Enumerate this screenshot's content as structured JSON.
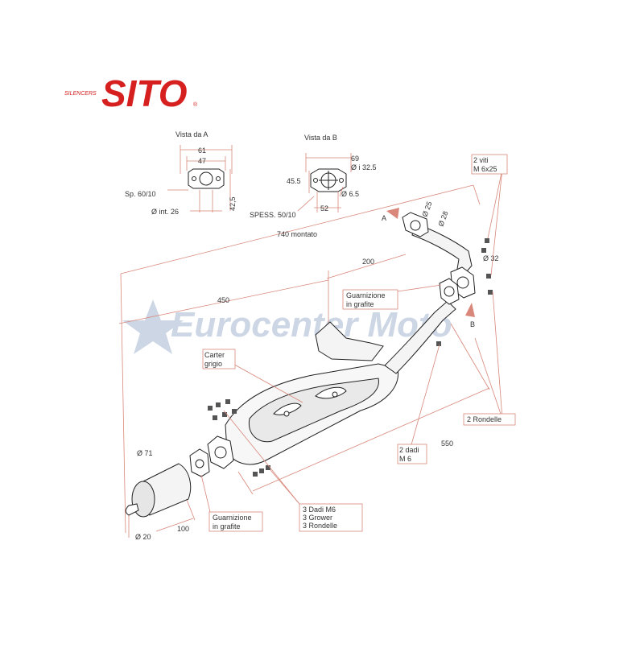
{
  "logo": {
    "small_text": "SILENCERS",
    "brand": "SITO",
    "mark": "®",
    "color": "#d62020"
  },
  "watermark": {
    "text": "Eurocenter Moto",
    "color": "#c5cfe0"
  },
  "view_a": {
    "title": "Vista da  A",
    "dim_top_outer": "61",
    "dim_top_inner": "47",
    "dim_thickness": "Sp. 60/10",
    "dim_inner_dia": "Ø int. 26",
    "dim_height": "42,5"
  },
  "view_b": {
    "title": "Vista da  B",
    "dim_width": "69",
    "dim_inner_dia": "Ø i 32.5",
    "dim_left": "45.5",
    "dim_hole": "Ø 6.5",
    "dim_thickness": "SPESS. 50/10",
    "dim_bottom": "52"
  },
  "dimensions": {
    "total_mounted": "740 montato",
    "d200": "200",
    "d450": "450",
    "d550": "550",
    "d100": "100",
    "dia71": "Ø 71",
    "dia20": "Ø 20",
    "dia25": "Ø 25",
    "dia28": "Ø 28",
    "dia32": "Ø 32"
  },
  "markers": {
    "a": "A",
    "b": "B"
  },
  "callouts": {
    "screws": [
      "2 viti",
      "M 6x25"
    ],
    "gasket_top": [
      "Guarnizione",
      "in grafite"
    ],
    "carter": [
      "Carter",
      "grigio"
    ],
    "washers_2": [
      "2 Rondelle"
    ],
    "nuts_2": [
      "2 dadi",
      "M 6"
    ],
    "hardware_3": [
      "3 Dadi M6",
      "3 Grower",
      "3 Rondelle"
    ],
    "gasket_bottom": [
      "Guarnizione",
      "in grafite"
    ]
  }
}
